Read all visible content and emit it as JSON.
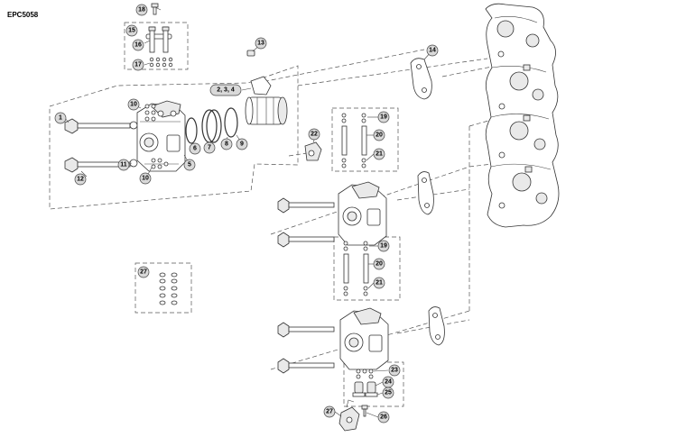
{
  "figure": {
    "ref_id": "EPC5058"
  },
  "callouts": {
    "c1": "1",
    "c5": "5",
    "c6": "6",
    "c7": "7",
    "c8": "8",
    "c9": "9",
    "c10a": "10",
    "c10b": "10",
    "c11": "11",
    "c12": "12",
    "c13": "13",
    "c14": "14",
    "c15": "15",
    "c16": "16",
    "c17": "17",
    "c18": "18",
    "c19a": "19",
    "c19b": "19",
    "c20a": "20",
    "c20b": "20",
    "c21a": "21",
    "c21b": "21",
    "c22": "22",
    "c23": "23",
    "c24": "24",
    "c25": "25",
    "c26": "26",
    "c27a": "27",
    "c27b": "27",
    "c234": "2, 3, 4"
  }
}
